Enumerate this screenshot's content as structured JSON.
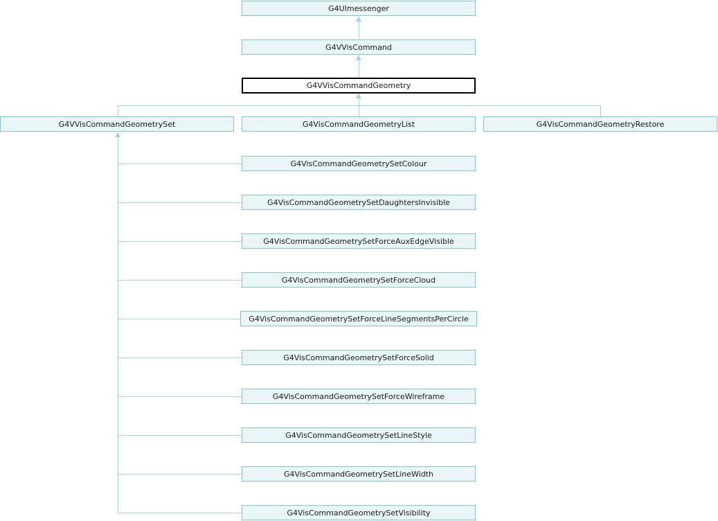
{
  "diagram_type": "class-inheritance-graph",
  "current_class": "G4VVisCommandGeometry",
  "colors": {
    "node_fill": "#e9f5f6",
    "node_border": "#86c3cb",
    "current_node_border": "#000000",
    "current_node_fill": "#ffffff",
    "edge": "#a6cfe2",
    "text": "#1c1c1c",
    "background": "#ffffff"
  },
  "nodes": [
    {
      "id": "g4uimessenger",
      "label": "G4UImessenger"
    },
    {
      "id": "g4vviscommand",
      "label": "G4VVisCommand"
    },
    {
      "id": "g4vviscommandgeometry",
      "label": "G4VVisCommandGeometry"
    },
    {
      "id": "g4vviscommandgeometryset",
      "label": "G4VVisCommandGeometrySet"
    },
    {
      "id": "g4viscommandgeometrylist",
      "label": "G4VisCommandGeometryList"
    },
    {
      "id": "g4viscommandgeometryrestore",
      "label": "G4VisCommandGeometryRestore"
    },
    {
      "id": "g4viscommandgeometrysetcolour",
      "label": "G4VisCommandGeometrySetColour"
    },
    {
      "id": "g4viscommandgeometrysetdaughtersinvisible",
      "label": "G4VisCommandGeometrySetDaughtersInvisible"
    },
    {
      "id": "g4viscommandgeometrysetforceauxedgevisible",
      "label": "G4VisCommandGeometrySetForceAuxEdgeVisible"
    },
    {
      "id": "g4viscommandgeometrysetforcecloud",
      "label": "G4VisCommandGeometrySetForceCloud"
    },
    {
      "id": "g4viscommandgeometrysetforcelinesegmentspercircle",
      "label": "G4VisCommandGeometrySetForceLineSegmentsPerCircle"
    },
    {
      "id": "g4viscommandgeometrysetforcesolid",
      "label": "G4VisCommandGeometrySetForceSolid"
    },
    {
      "id": "g4viscommandgeometrysetforcewireframe",
      "label": "G4VisCommandGeometrySetForceWireframe"
    },
    {
      "id": "g4viscommandgeometrysetlinestyle",
      "label": "G4VisCommandGeometrySetLineStyle"
    },
    {
      "id": "g4viscommandgeometrysetlinewidth",
      "label": "G4VisCommandGeometrySetLineWidth"
    },
    {
      "id": "g4viscommandgeometrysetvisibility",
      "label": "G4VisCommandGeometrySetVisibility"
    }
  ],
  "edges": [
    {
      "from": "G4VVisCommand",
      "to": "G4UImessenger"
    },
    {
      "from": "G4VVisCommandGeometry",
      "to": "G4VVisCommand"
    },
    {
      "from": "G4VVisCommandGeometrySet",
      "to": "G4VVisCommandGeometry"
    },
    {
      "from": "G4VisCommandGeometryList",
      "to": "G4VVisCommandGeometry"
    },
    {
      "from": "G4VisCommandGeometryRestore",
      "to": "G4VVisCommandGeometry"
    },
    {
      "from": "G4VisCommandGeometrySetColour",
      "to": "G4VVisCommandGeometrySet"
    },
    {
      "from": "G4VisCommandGeometrySetDaughtersInvisible",
      "to": "G4VVisCommandGeometrySet"
    },
    {
      "from": "G4VisCommandGeometrySetForceAuxEdgeVisible",
      "to": "G4VVisCommandGeometrySet"
    },
    {
      "from": "G4VisCommandGeometrySetForceCloud",
      "to": "G4VVisCommandGeometrySet"
    },
    {
      "from": "G4VisCommandGeometrySetForceLineSegmentsPerCircle",
      "to": "G4VVisCommandGeometrySet"
    },
    {
      "from": "G4VisCommandGeometrySetForceSolid",
      "to": "G4VVisCommandGeometrySet"
    },
    {
      "from": "G4VisCommandGeometrySetForceWireframe",
      "to": "G4VVisCommandGeometrySet"
    },
    {
      "from": "G4VisCommandGeometrySetLineStyle",
      "to": "G4VVisCommandGeometrySet"
    },
    {
      "from": "G4VisCommandGeometrySetLineWidth",
      "to": "G4VVisCommandGeometrySet"
    },
    {
      "from": "G4VisCommandGeometrySetVisibility",
      "to": "G4VVisCommandGeometrySet"
    }
  ]
}
